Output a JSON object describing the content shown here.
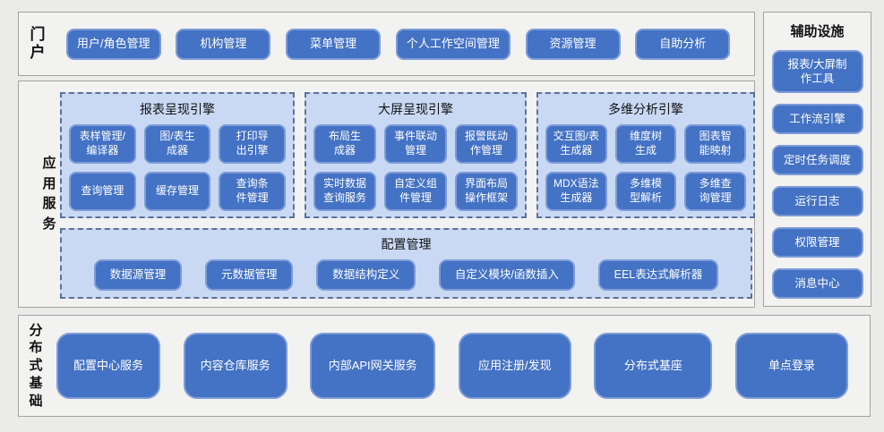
{
  "colors": {
    "page_bg": "#ebebea",
    "panel_bg": "#f2f2f1",
    "panel_border": "#a3a3a3",
    "button_fill": "#4472c4",
    "button_border": "#7d9bd8",
    "engine_bg": "#c9d9f4",
    "engine_dash_border": "#5d7097",
    "button_text": "#ffffff",
    "label_text": "#111111"
  },
  "portal": {
    "label": "门户",
    "buttons": [
      "用户/角色管理",
      "机构管理",
      "菜单管理",
      "个人工作空间管理",
      "资源管理",
      "自助分析"
    ]
  },
  "app_services": {
    "label": "应用服务",
    "engines": [
      {
        "title": "报表呈现引擎",
        "buttons": [
          "表样管理/\n编译器",
          "图/表生\n成器",
          "打印导\n出引擎",
          "查询管理",
          "缓存管理",
          "查询条\n件管理"
        ]
      },
      {
        "title": "大屏呈现引擎",
        "buttons": [
          "布局生\n成器",
          "事件联动\n管理",
          "报警既动\n作管理",
          "实时数据\n查询服务",
          "自定义组\n件管理",
          "界面布局\n操作框架"
        ]
      },
      {
        "title": "多维分析引擎",
        "buttons": [
          "交互图/表\n生成器",
          "维度树\n生成",
          "图表智\n能映射",
          "MDX语法\n生成器",
          "多维模\n型解析",
          "多维查\n询管理"
        ]
      }
    ],
    "config": {
      "title": "配置管理",
      "buttons": [
        "数据源管理",
        "元数据管理",
        "数据结构定义",
        "自定义模块/函数插入",
        "EEL表达式解析器"
      ]
    }
  },
  "foundation": {
    "label": "分布式基础",
    "buttons": [
      "配置中心服务",
      "内容仓库服务",
      "内部API网关服务",
      "应用注册/发现",
      "分布式基座",
      "单点登录"
    ]
  },
  "auxiliary": {
    "title": "辅助设施",
    "buttons": [
      "报表/大屏制\n作工具",
      "工作流引擎",
      "定时任务调度",
      "运行日志",
      "权限管理",
      "消息中心"
    ]
  }
}
